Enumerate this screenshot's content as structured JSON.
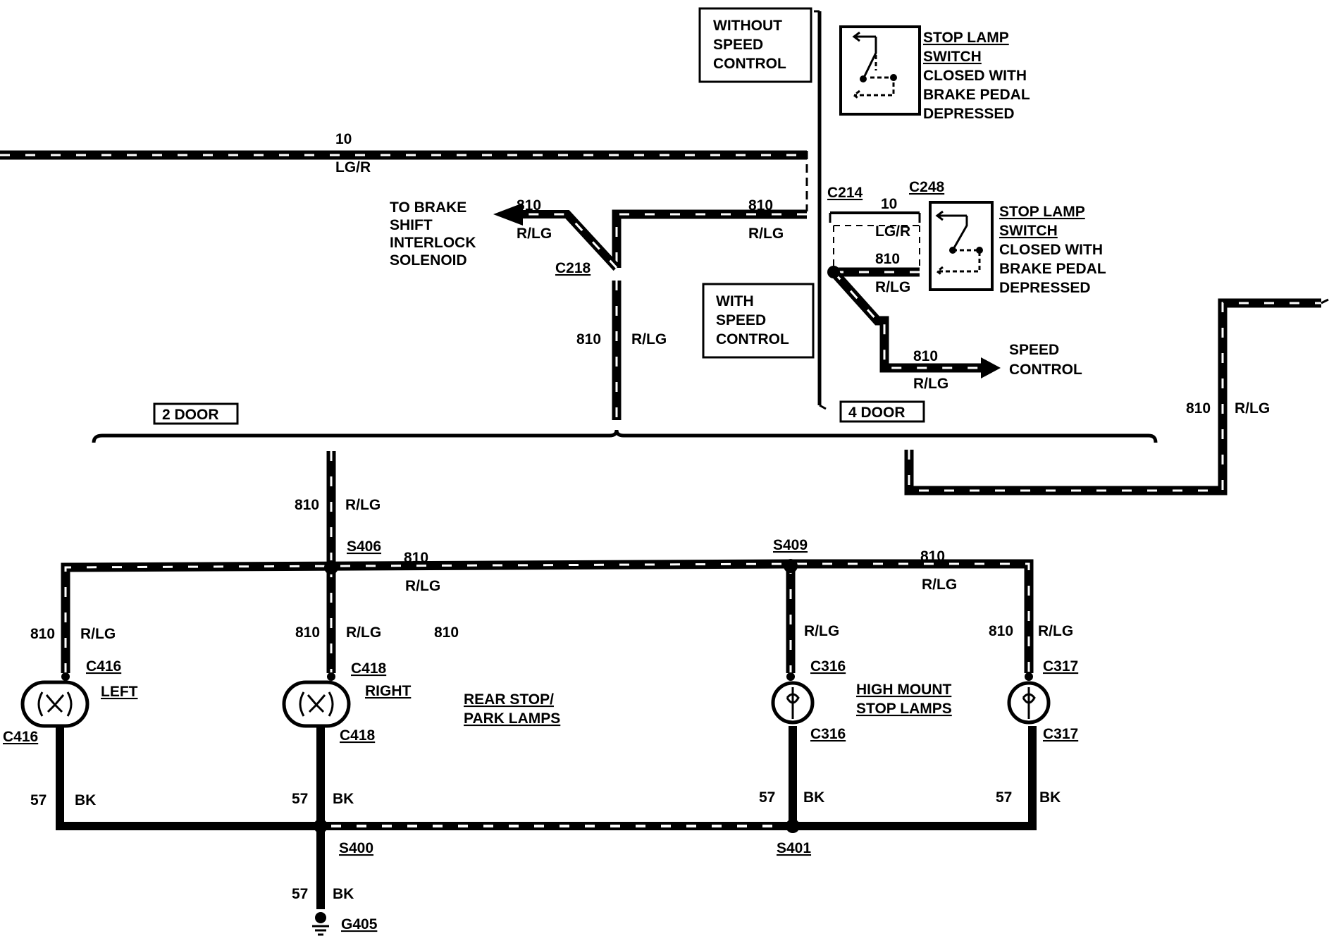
{
  "boxes": {
    "without_speed_control": [
      "WITHOUT",
      "SPEED",
      "CONTROL"
    ],
    "with_speed_control": [
      "WITH",
      "SPEED",
      "CONTROL"
    ],
    "two_door": "2 DOOR",
    "four_door": "4 DOOR"
  },
  "switches": {
    "top": {
      "title_1": "STOP LAMP",
      "title_2": "SWITCH",
      "desc_1": "CLOSED WITH",
      "desc_2": "BRAKE PEDAL",
      "desc_3": "DEPRESSED"
    },
    "bottom": {
      "title_1": "STOP LAMP",
      "title_2": "SWITCH",
      "desc_1": "CLOSED WITH",
      "desc_2": "BRAKE PEDAL",
      "desc_3": "DEPRESSED"
    }
  },
  "destinations": {
    "brake_shift": [
      "TO BRAKE",
      "SHIFT",
      "INTERLOCK",
      "SOLENOID"
    ],
    "speed_control": [
      "SPEED",
      "CONTROL"
    ]
  },
  "connectors": {
    "c214": "C214",
    "c248": "C248",
    "c218": "C218",
    "c416a": "C416",
    "c416b": "C416",
    "c418a": "C418",
    "c418b": "C418",
    "c316a": "C316",
    "c316b": "C316",
    "c317a": "C317",
    "c317b": "C317"
  },
  "splices": {
    "s406": "S406",
    "s409": "S409",
    "s400": "S400",
    "s401": "S401"
  },
  "ground": "G405",
  "lamp_labels": {
    "left": "LEFT",
    "right": "RIGHT",
    "rear_1": "REAR STOP/",
    "rear_2": "PARK LAMPS",
    "high_1": "HIGH MOUNT",
    "high_2": "STOP LAMPS"
  },
  "wire_labels": {
    "top_num": "10",
    "top_color": "LG/R",
    "brake_num": "810",
    "brake_color": "R/LG",
    "mid_num": "810",
    "mid_color": "R/LG",
    "c218_num": "810",
    "c218_color": "R/LG",
    "c214_num": "10",
    "c214_color": "LG/R",
    "c214b_num": "810",
    "c214b_color": "R/LG",
    "spd_num": "810",
    "spd_color": "R/LG",
    "right_num": "810",
    "right_color": "R/LG",
    "s406_up_num": "810",
    "s406_up_color": "R/LG",
    "bus_l_num": "810",
    "bus_l_color": "R/LG",
    "bus_r_num": "810",
    "bus_r_color": "R/LG",
    "left_num": "810",
    "left_color": "R/LG",
    "rightlamp_num": "810",
    "rightlamp_color": "R/LG",
    "stray": "810",
    "s409_color": "R/LG",
    "c317_num": "810",
    "c317_color": "R/LG",
    "g1_num": "57",
    "g1_color": "BK",
    "g2_num": "57",
    "g2_color": "BK",
    "g3_num": "57",
    "g3_color": "BK",
    "g4_num": "57",
    "g4_color": "BK",
    "g5_num": "57",
    "g5_color": "BK"
  }
}
